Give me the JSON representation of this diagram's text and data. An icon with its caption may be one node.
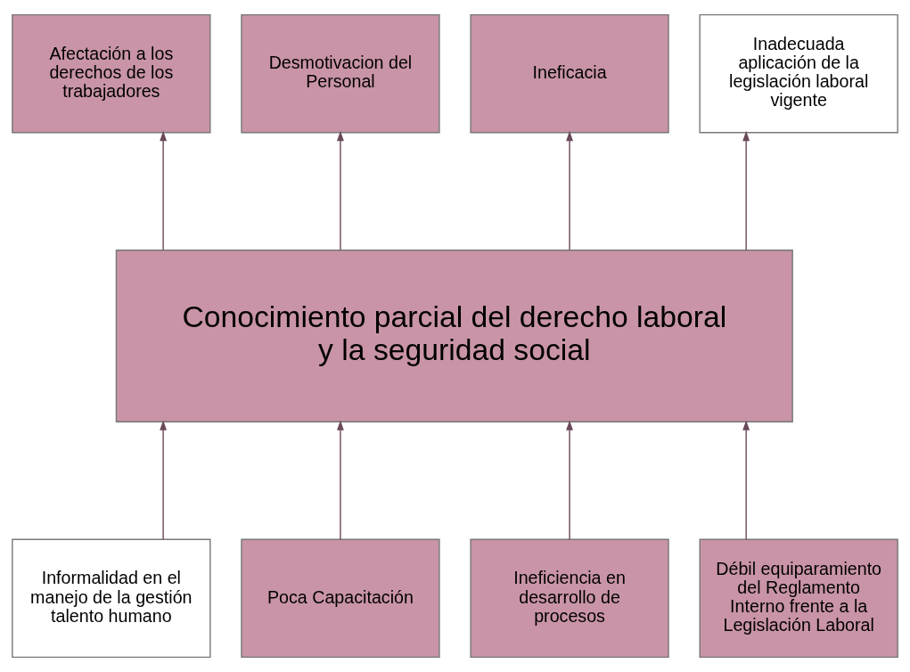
{
  "diagram": {
    "nodes": [
      {
        "text": [
          "Conocimiento parcial del derecho laboral y la seguridad social"
        ]
      },
      {
        "text": [
          "Afectación a los derechos de los trabajadores"
        ]
      },
      {
        "text": [
          "Desmotivacion del Personal"
        ]
      },
      {
        "text": [
          "Ineficacia"
        ]
      },
      {
        "text": [
          "Inadecuada aplicación de la legislación laboral vigente"
        ]
      },
      {
        "text": [
          "Informalidad en el manejo de la gestión talento humano"
        ]
      },
      {
        "text": [
          "Poca Capacitación"
        ]
      },
      {
        "text": [
          "Ineficiencia en desarrollo de procesos"
        ]
      },
      {
        "text": [
          "Débil equiparamiento del Reglamento Interno frente a la Legislación Laboral"
        ]
      }
    ],
    "edges": [
      {
        "from": 0,
        "to": 1,
        "arrow": "to"
      },
      {
        "from": 0,
        "to": 2,
        "arrow": "to"
      },
      {
        "from": 0,
        "to": 3,
        "arrow": "to"
      },
      {
        "from": 0,
        "to": 4,
        "arrow": "to"
      },
      {
        "from": 5,
        "to": 0,
        "arrow": "to"
      },
      {
        "from": 6,
        "to": 0,
        "arrow": "to"
      },
      {
        "from": 7,
        "to": 0,
        "arrow": "to"
      },
      {
        "from": 8,
        "to": 0,
        "arrow": "to"
      }
    ]
  }
}
